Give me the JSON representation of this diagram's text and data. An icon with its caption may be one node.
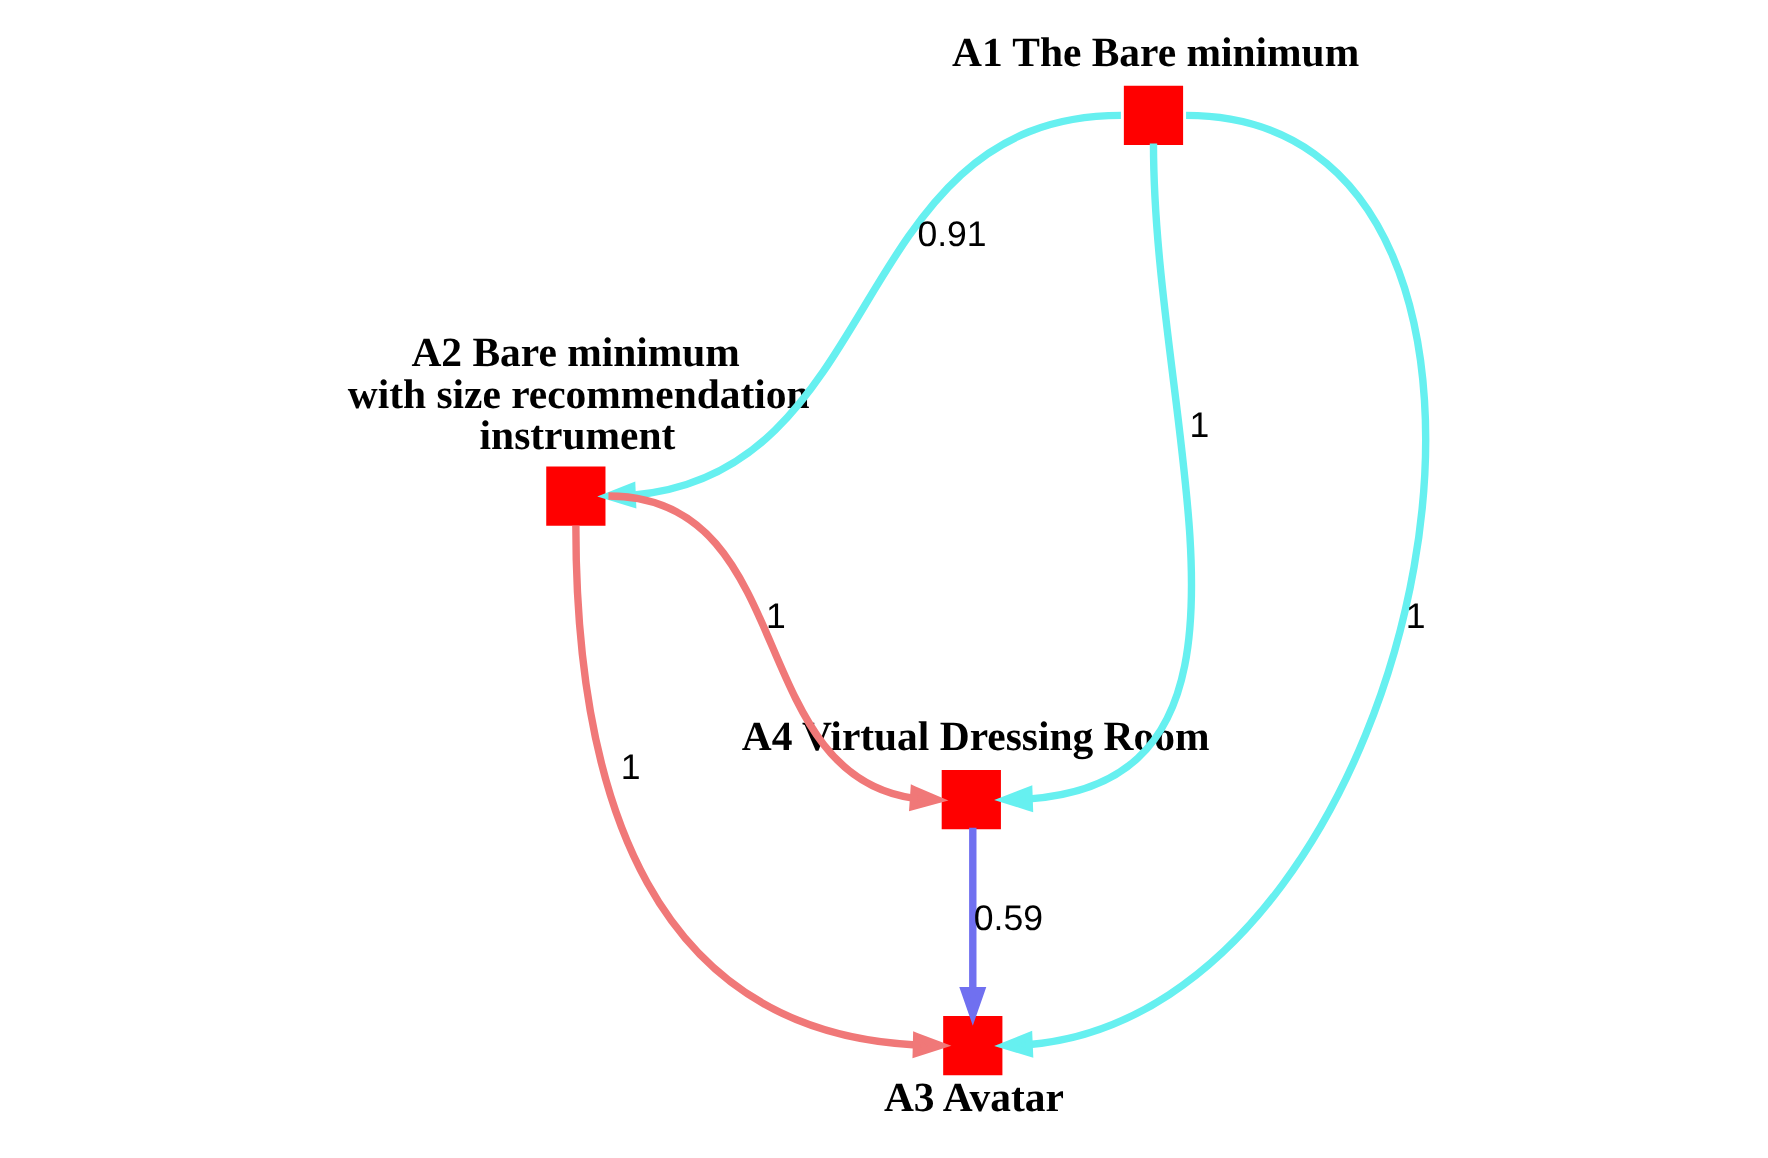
{
  "diagram": {
    "nodes": [
      {
        "text": [
          "A1 The Bare minimum"
        ]
      },
      {
        "text": [
          "A2 Bare minimum with size recommendation instrument"
        ]
      },
      {
        "text": [
          "A4 Virtual Dressing Room"
        ]
      },
      {
        "text": [
          "A3 Avatar"
        ]
      }
    ],
    "edges": [
      {
        "from": 0,
        "to": 1,
        "arrow": "to",
        "label": "0.91",
        "color": "#66f0f0"
      },
      {
        "from": 0,
        "to": 2,
        "arrow": "to",
        "label": "1",
        "color": "#66f0f0"
      },
      {
        "from": 0,
        "to": 3,
        "arrow": "to",
        "label": "1",
        "color": "#66f0f0"
      },
      {
        "from": 1,
        "to": 2,
        "arrow": "to",
        "label": "1",
        "color": "#f07878"
      },
      {
        "from": 1,
        "to": 3,
        "arrow": "to",
        "label": "1",
        "color": "#f07878"
      },
      {
        "from": 2,
        "to": 3,
        "arrow": "to",
        "label": "0.59",
        "color": "#7070f0"
      }
    ]
  }
}
